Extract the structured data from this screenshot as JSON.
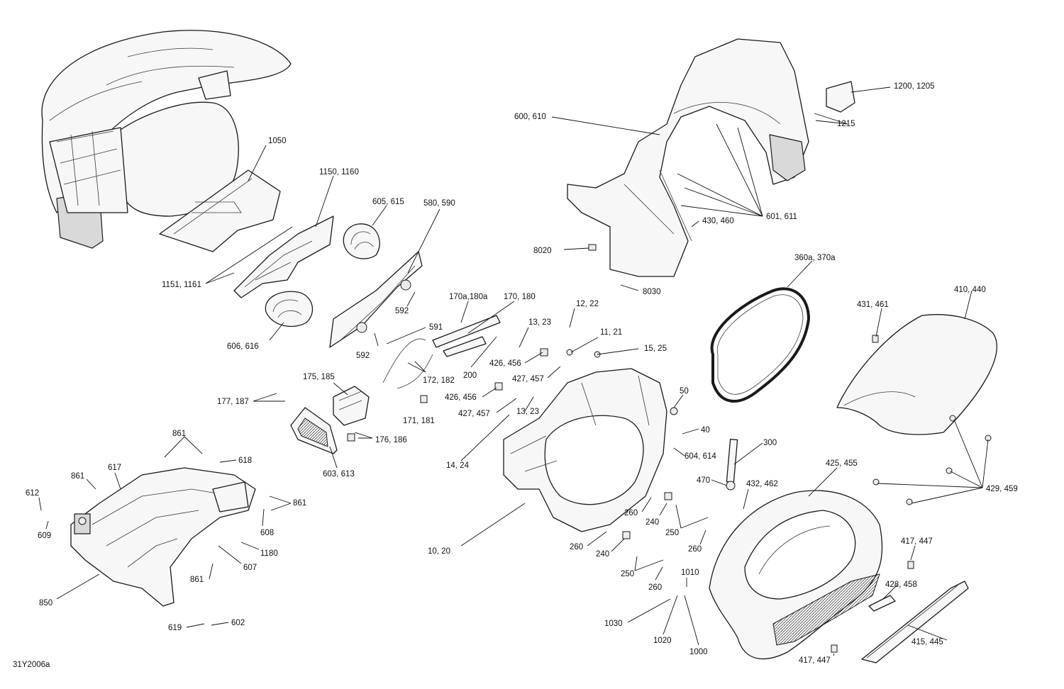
{
  "diagram_code": "31Y2006a",
  "callouts": [
    {
      "id": "c1050",
      "text": "1050"
    },
    {
      "id": "c1150",
      "text": "1150, 1160"
    },
    {
      "id": "c1151",
      "text": "1151, 1161"
    },
    {
      "id": "c605",
      "text": "605, 615"
    },
    {
      "id": "c606",
      "text": "606, 616"
    },
    {
      "id": "c580",
      "text": "580, 590"
    },
    {
      "id": "c592a",
      "text": "592"
    },
    {
      "id": "c592b",
      "text": "592"
    },
    {
      "id": "c591",
      "text": "591"
    },
    {
      "id": "c170a",
      "text": "170a,180a"
    },
    {
      "id": "c170",
      "text": "170, 180"
    },
    {
      "id": "c172",
      "text": "172, 182"
    },
    {
      "id": "c171",
      "text": "171, 181"
    },
    {
      "id": "c200",
      "text": "200"
    },
    {
      "id": "c175",
      "text": "175, 185"
    },
    {
      "id": "c177",
      "text": "177, 187"
    },
    {
      "id": "c176",
      "text": "176, 186"
    },
    {
      "id": "c603",
      "text": "603, 613"
    },
    {
      "id": "c600",
      "text": "600, 610"
    },
    {
      "id": "c601",
      "text": "601, 611"
    },
    {
      "id": "c430",
      "text": "430, 460"
    },
    {
      "id": "c8020",
      "text": "8020"
    },
    {
      "id": "c8030",
      "text": "8030"
    },
    {
      "id": "c1200",
      "text": "1200, 1205"
    },
    {
      "id": "c1215",
      "text": "1215"
    },
    {
      "id": "c12",
      "text": "12, 22"
    },
    {
      "id": "c13a",
      "text": "13, 23"
    },
    {
      "id": "c13b",
      "text": "13, 23"
    },
    {
      "id": "c11",
      "text": "11, 21"
    },
    {
      "id": "c15",
      "text": "15, 25"
    },
    {
      "id": "c426a",
      "text": "426, 456"
    },
    {
      "id": "c426b",
      "text": "426, 456"
    },
    {
      "id": "c427a",
      "text": "427, 457"
    },
    {
      "id": "c427b",
      "text": "427, 457"
    },
    {
      "id": "c14",
      "text": "14, 24"
    },
    {
      "id": "c10",
      "text": "10, 20"
    },
    {
      "id": "c50",
      "text": "50"
    },
    {
      "id": "c40",
      "text": "40"
    },
    {
      "id": "c604",
      "text": "604, 614"
    },
    {
      "id": "c470",
      "text": "470"
    },
    {
      "id": "c300",
      "text": "300"
    },
    {
      "id": "c360",
      "text": "360a, 370a"
    },
    {
      "id": "c410",
      "text": "410, 440"
    },
    {
      "id": "c431",
      "text": "431, 461"
    },
    {
      "id": "c425",
      "text": "425, 455"
    },
    {
      "id": "c432",
      "text": "432, 462"
    },
    {
      "id": "c429",
      "text": "429, 459"
    },
    {
      "id": "c417a",
      "text": "417, 447"
    },
    {
      "id": "c417b",
      "text": "417, 447"
    },
    {
      "id": "c428",
      "text": "428, 458"
    },
    {
      "id": "c415",
      "text": "415, 445"
    },
    {
      "id": "c260a",
      "text": "260"
    },
    {
      "id": "c260b",
      "text": "260"
    },
    {
      "id": "c260c",
      "text": "260"
    },
    {
      "id": "c260d",
      "text": "260"
    },
    {
      "id": "c240a",
      "text": "240"
    },
    {
      "id": "c240b",
      "text": "240"
    },
    {
      "id": "c250a",
      "text": "250"
    },
    {
      "id": "c250b",
      "text": "250"
    },
    {
      "id": "c1010",
      "text": "1010"
    },
    {
      "id": "c1030",
      "text": "1030"
    },
    {
      "id": "c1020",
      "text": "1020"
    },
    {
      "id": "c1000",
      "text": "1000"
    },
    {
      "id": "c861a",
      "text": "861"
    },
    {
      "id": "c861b",
      "text": "861"
    },
    {
      "id": "c861c",
      "text": "861"
    },
    {
      "id": "c861d",
      "text": "861"
    },
    {
      "id": "c617",
      "text": "617"
    },
    {
      "id": "c618",
      "text": "618"
    },
    {
      "id": "c612",
      "text": "612"
    },
    {
      "id": "c609",
      "text": "609"
    },
    {
      "id": "c608",
      "text": "608"
    },
    {
      "id": "c1180",
      "text": "1180"
    },
    {
      "id": "c607",
      "text": "607"
    },
    {
      "id": "c850",
      "text": "850"
    },
    {
      "id": "c619",
      "text": "619"
    },
    {
      "id": "c602",
      "text": "602"
    }
  ]
}
